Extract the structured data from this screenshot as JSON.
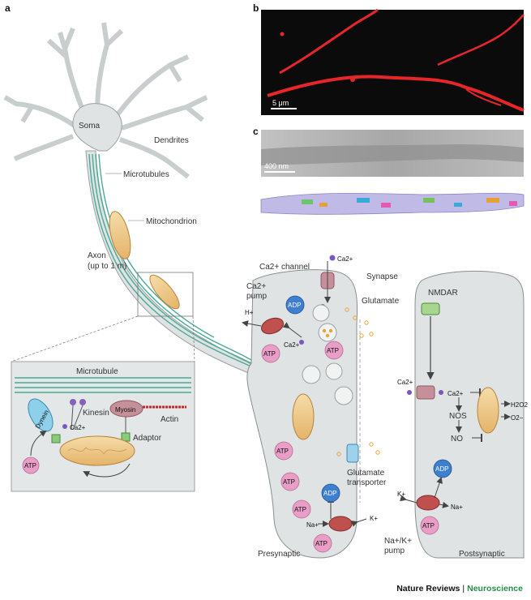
{
  "panels": {
    "a": "a",
    "b": "b",
    "c": "c"
  },
  "neuron": {
    "soma": "Soma",
    "dendrites": "Dendrites",
    "microtubules": "Microtubules",
    "mitochondrion": "Mitochondrion",
    "axon": "Axon",
    "axon_length": "(up to 1 m)"
  },
  "inset": {
    "microtubule": "Microtubule",
    "kinesin": "Kinesin",
    "dynein": "Dynein",
    "myosin": "Myosin",
    "actin": "Actin",
    "adaptor": "Adaptor",
    "calcium": "Ca2+",
    "atp": "ATP"
  },
  "micrographs": {
    "b_scale": "5 μm",
    "c_scale": "400 nm"
  },
  "synapse": {
    "ca_channel": "Ca2+ channel",
    "ca_ion": "Ca2+",
    "synapse": "Synapse",
    "ca_pump_1": "Ca2+",
    "ca_pump_2": "pump",
    "proton": "H+",
    "adp": "ADP",
    "atp": "ATP",
    "glutamate": "Glutamate",
    "nmdar": "NMDAR",
    "nos": "NOS",
    "no": "NO",
    "h2o2": "H2O2",
    "o2": "O2−",
    "glu_transporter_1": "Glutamate",
    "glu_transporter_2": "transporter",
    "potassium": "K+",
    "sodium": "Na+",
    "pump_1": "Na+/K+",
    "pump_2": "pump",
    "presynaptic": "Presynaptic",
    "postsynaptic": "Postsynaptic"
  },
  "footer": {
    "journal": "Nature Reviews",
    "separator": "|",
    "field": "Neuroscience"
  },
  "colors": {
    "cell_fill": "#dfe3e3",
    "microtubule": "#4aaa96",
    "mitochondrion": "#f2cf94",
    "atp": "#e89ec6",
    "adp": "#3e7fd0",
    "pump": "#c0504d",
    "vesicle": "#e6a53c",
    "calcium": "#7b55c0",
    "micrograph_red": "#e8262a"
  }
}
